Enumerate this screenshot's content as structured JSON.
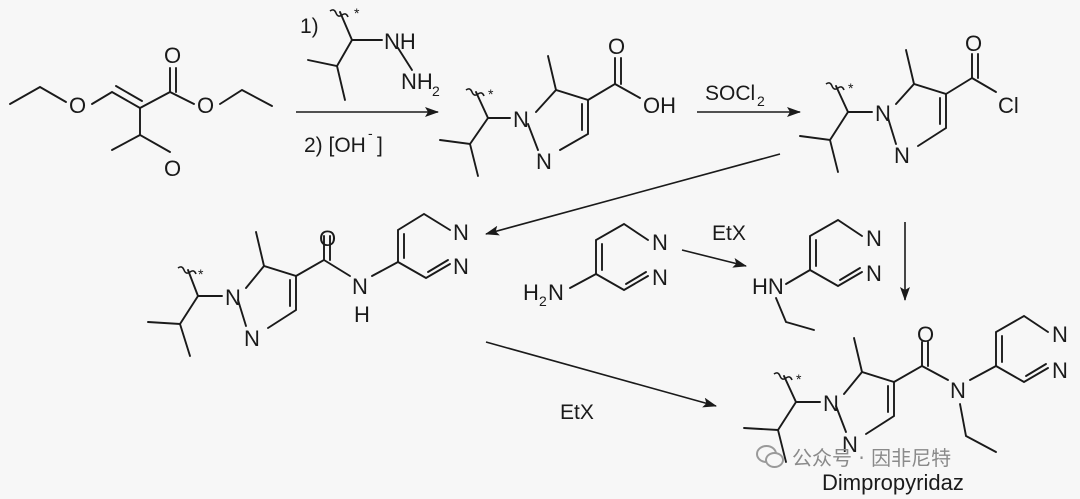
{
  "reagents": {
    "step1_num": "1)",
    "step2": "2) [OH",
    "step2_charge": "-",
    "step2_close": "]",
    "socl": "SOCl",
    "socl_sub": "2",
    "etx_top": "EtX",
    "etx_bottom": "EtX"
  },
  "atoms": {
    "O": "O",
    "N": "N",
    "H": "H",
    "NH": "NH",
    "NH2": "NH",
    "NH2_sub": "2",
    "OH": "OH",
    "Cl": "Cl",
    "HN": "HN",
    "H2N_H": "H",
    "H2N_sub": "2",
    "H2N_N": "N",
    "star": "*"
  },
  "compound_label": "Dimpropyridaz",
  "watermark": {
    "text": "公众号 · 因非尼特",
    "icon": "wechat-icon"
  }
}
